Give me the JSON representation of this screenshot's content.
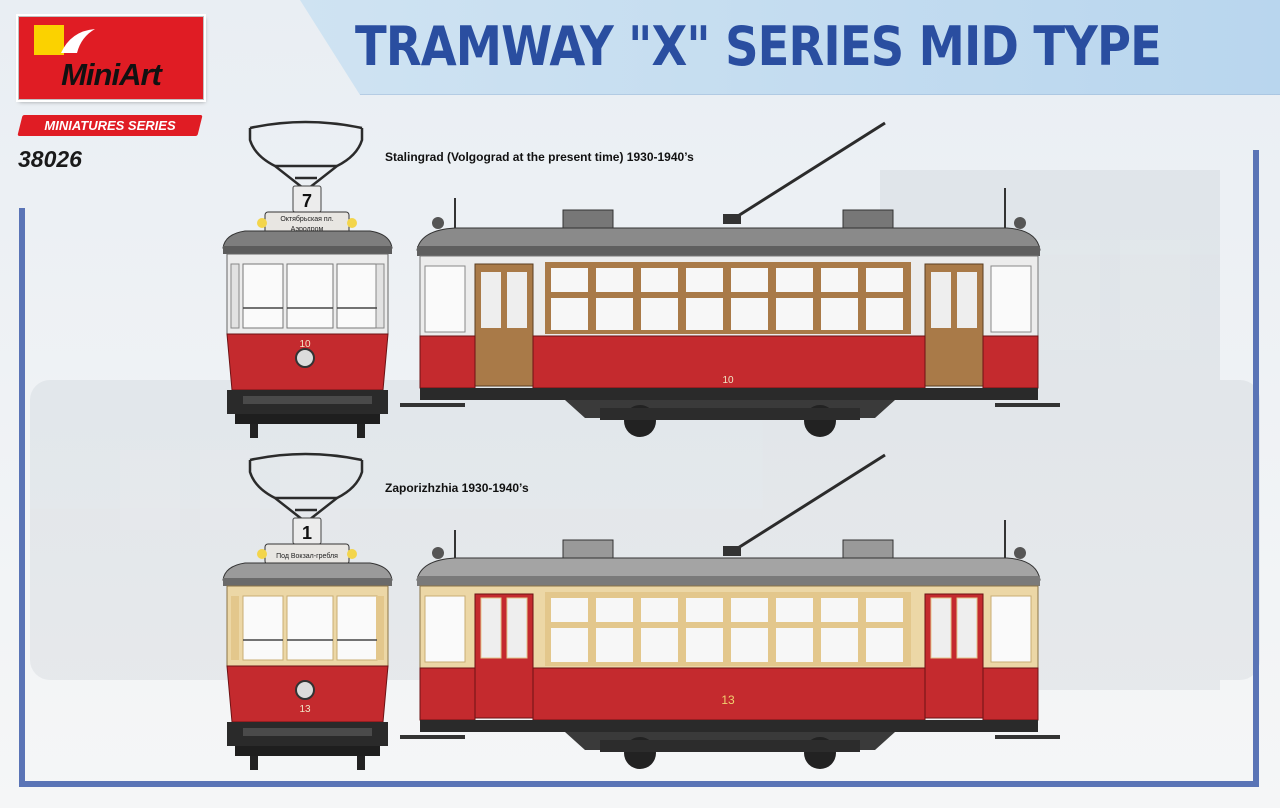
{
  "header": {
    "title": "TRAMWAY \"X\" SERIES MID TYPE",
    "brand": "MiniArt",
    "series_label": "MINIATURES SERIES",
    "product_code": "38026"
  },
  "trams": [
    {
      "caption": "Stalingrad (Volgograd at the present time) 1930-1940’s",
      "route_number": "7",
      "destination_line1": "Октябрьская пл.",
      "destination_line2": "Аэродром",
      "fleet_number": "10",
      "colors": {
        "lower": "#c42a2e",
        "upper": "#ececec",
        "window_frame": "#a97a48",
        "roof": "#8a8a8a"
      }
    },
    {
      "caption": "Zaporizhzhia 1930-1940’s",
      "route_number": "1",
      "destination_line1": "Под Вокзал-гребля",
      "destination_line2": "",
      "fleet_number": "13",
      "colors": {
        "lower": "#c42a2e",
        "upper": "#ecd7a6",
        "window_frame": "#e3c78c",
        "roof": "#9a9a9a"
      }
    }
  ],
  "colors": {
    "frame_blue": "#5a74b6",
    "title_blue": "#2a4ea0",
    "brand_red": "#e01c24",
    "brand_yellow": "#fbd200"
  }
}
